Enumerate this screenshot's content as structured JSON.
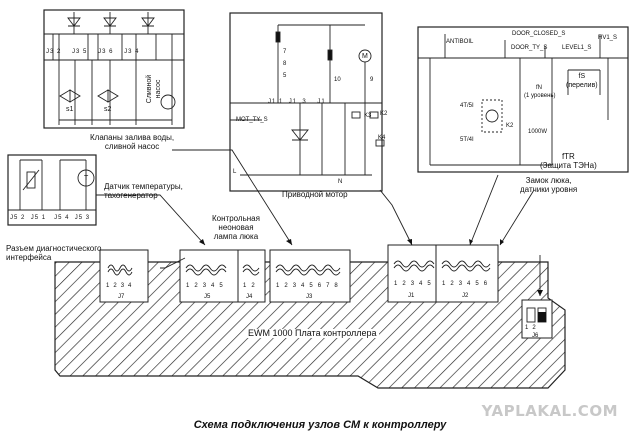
{
  "caption": "Схема подключения узлов СМ к контроллеру",
  "watermark": "YAPLAKAL.COM",
  "board_label": "EWM 1000 Плата контроллера",
  "labels": {
    "valves": "Клапаны залива воды,\nсливной насос",
    "temp": "Датчик температуры,\nтахогенератор",
    "motor": "Приводной мотор",
    "lock": "Замок люка,\nдатчики уровня",
    "diag": "Разъем диагностического\nинтерфейса",
    "lamp": "Контрольная\nнеоновая\nлампа люка",
    "drain_pump": "Сливной\nнасос",
    "s1": "s1",
    "s2": "s2",
    "mot_ty_s": "MOT_TY_S",
    "fs": "fS\n(перелив)",
    "ftr": "fTR\n(Защита ТЭНа)",
    "antiboil": "ANTIBOIL",
    "door_closed": "DOOR_CLOSED_S",
    "door_ty": "DOOR_TY_S",
    "level1": "LEVEL1_S",
    "hv1": "HV1_S",
    "k2": "K2",
    "k3": "K3",
    "k4": "K4",
    "l_mark": "L",
    "n_mark": "N",
    "t_mark": "T",
    "m_mark": "M",
    "level_note": "(1 уровень)",
    "r1000w": "1000W",
    "s4t5": "4T/5I",
    "s5t4": "5T/4I",
    "fn": "fN"
  },
  "connectors": [
    {
      "name": "J7",
      "pins": [
        "1",
        "2",
        "3",
        "4"
      ]
    },
    {
      "name": "J5",
      "pins": [
        "1",
        "2",
        "3",
        "4",
        "5"
      ]
    },
    {
      "name": "J4",
      "pins": [
        "1",
        "2"
      ]
    },
    {
      "name": "J3",
      "pins": [
        "1",
        "2",
        "3",
        "4",
        "5",
        "6",
        "7",
        "8"
      ]
    },
    {
      "name": "J1",
      "pins": [
        "1",
        "2",
        "3",
        "4",
        "5"
      ]
    },
    {
      "name": "J2",
      "pins": [
        "1",
        "2",
        "3",
        "4",
        "5",
        "6"
      ]
    },
    {
      "name": "J6",
      "pins": [
        "1",
        "2"
      ]
    }
  ],
  "valve_pins": [
    "J3",
    "2",
    "J3",
    "5",
    "J3",
    "6",
    "J3",
    "4"
  ],
  "temp_pins": [
    "J5",
    "2",
    "J5",
    "1",
    "J5",
    "4",
    "J5",
    "3"
  ],
  "motor_pins": [
    "J1",
    "1",
    "J1",
    "3",
    "J1",
    "2",
    "J1",
    "4",
    "J1",
    "5"
  ],
  "motor_nums": [
    "7",
    "8",
    "5",
    "10",
    "9"
  ],
  "lock_pins": [
    "2",
    "1",
    "J6",
    "3",
    "J2",
    "1",
    "J2",
    "2",
    "1",
    "3",
    "5",
    "4",
    "2",
    "1",
    "3",
    "J2",
    "4",
    "3"
  ]
}
